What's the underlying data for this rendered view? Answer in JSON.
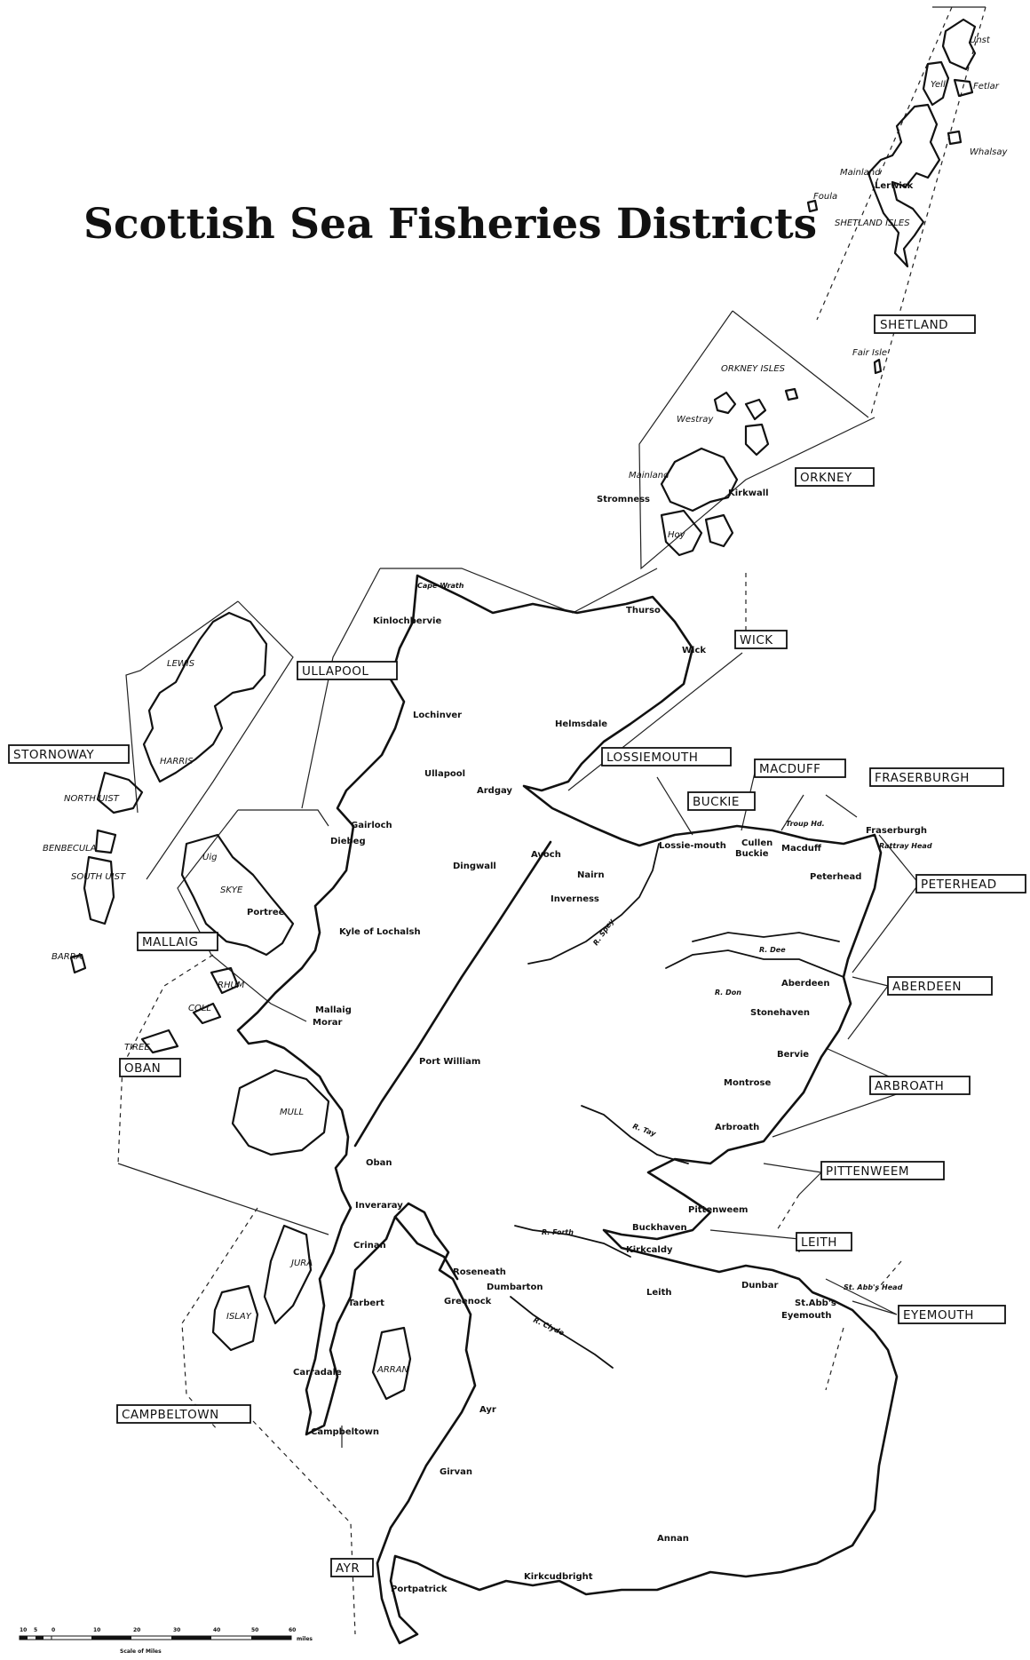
{
  "title": "Scottish Sea Fisheries Districts",
  "districts": [
    "SHETLAND",
    "ORKNEY",
    "WICK",
    "ULLAPOOL",
    "STORNOWAY",
    "LOSSIEMOUTH",
    "MACDUFF",
    "FRASERBURGH",
    "BUCKIE",
    "PETERHEAD",
    "MALLAIG",
    "ABERDEEN",
    "OBAN",
    "ARBROATH",
    "PITTENWEEM",
    "LEITH",
    "EYEMOUTH",
    "CAMPBELTOWN",
    "AYR"
  ],
  "towns": [
    "Unst",
    "Yell",
    "Fetlar",
    "Whalsay",
    "Mainland",
    "Lerwick",
    "Foula",
    "Fair Isle",
    "Westray",
    "Mainland",
    "Stromness",
    "Kirkwall",
    "Hoy",
    "Thurso",
    "Wick",
    "Cape Wrath",
    "Kinlochbervie",
    "Lochinver",
    "Ullapool",
    "Helmsdale",
    "Ardgay",
    "Gairloch",
    "Diebeg",
    "Dingwall",
    "Avoch",
    "Nairn",
    "Inverness",
    "Lossie-mouth",
    "Cullen",
    "Buckie",
    "Troup Hd.",
    "Macduff",
    "Fraserburgh",
    "Rattray Head",
    "Peterhead",
    "Portree",
    "Kyle of Lochalsh",
    "Mallaig",
    "Morar",
    "Aberdeen",
    "Stonehaven",
    "Bervie",
    "Montrose",
    "Arbroath",
    "Port William",
    "Oban",
    "Pittenweem",
    "Buckhaven",
    "Kirkcaldy",
    "Inveraray",
    "Crinan",
    "Tarbert",
    "Roseneath",
    "Dumbarton",
    "Greenock",
    "Leith",
    "Dunbar",
    "St. Abb's Head",
    "St.Abb's",
    "Eyemouth",
    "Carradale",
    "Campbeltown",
    "Ayr",
    "Girvan",
    "Annan",
    "Kirkcudbright",
    "Portpatrick"
  ],
  "islands": [
    "SHETLAND ISLES",
    "ORKNEY ISLES",
    "LEWIS",
    "HARRIS",
    "NORTH UIST",
    "BENBECULA",
    "SOUTH UIST",
    "BARRA",
    "SKYE",
    "Uig",
    "RHUM",
    "COLL",
    "TIREE",
    "MULL",
    "JURA",
    "ISLAY",
    "ARRAN"
  ],
  "rivers": [
    "R. Spey",
    "R. Dee",
    "R. Don",
    "R. Tay",
    "R. Forth",
    "R. Clyde"
  ],
  "scale": {
    "numbers": [
      "10",
      "5",
      "0",
      "10",
      "20",
      "30",
      "40",
      "50",
      "60"
    ],
    "unit": "miles",
    "caption": "Scale of Miles"
  }
}
